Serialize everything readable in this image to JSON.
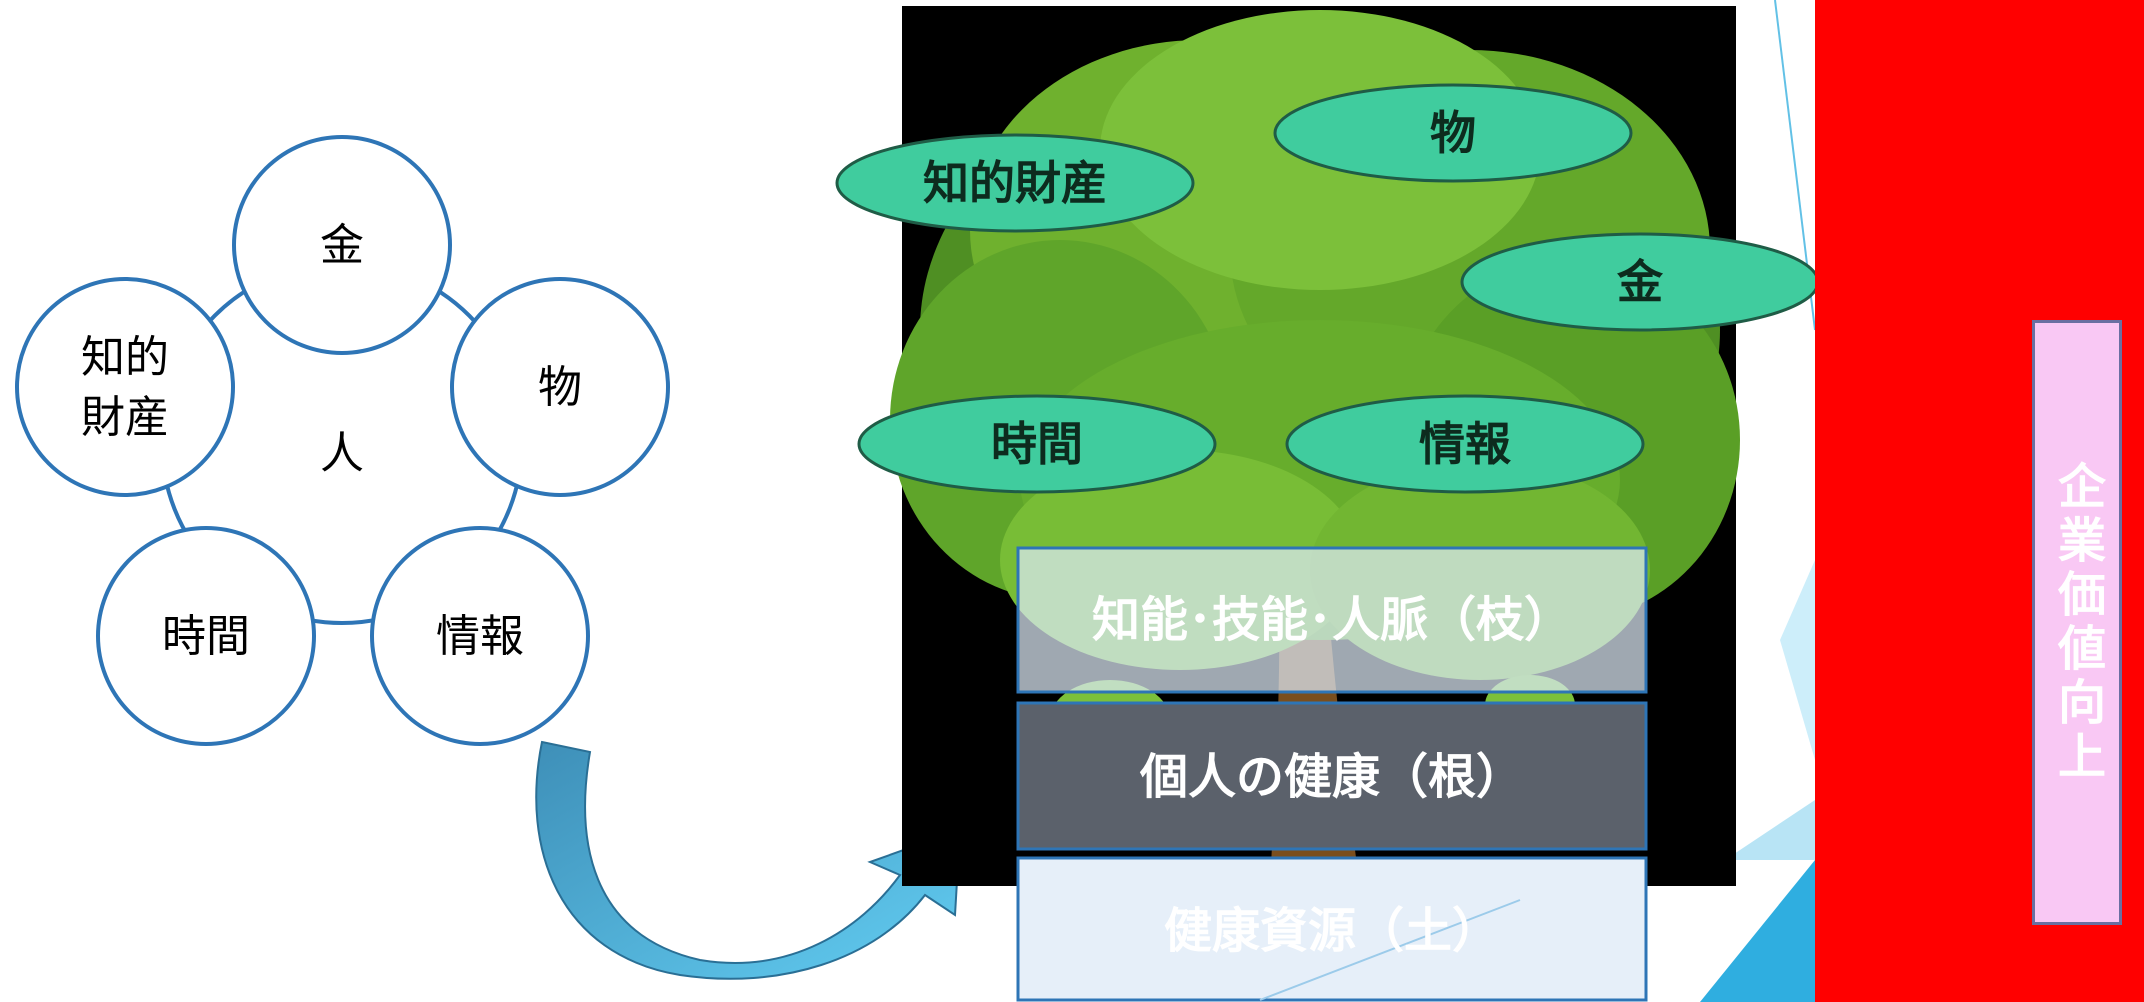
{
  "left_cycle": {
    "center_label": "人",
    "nodes": [
      {
        "id": "kane",
        "label": "金"
      },
      {
        "id": "mono",
        "label": "物"
      },
      {
        "id": "joho",
        "label": "情報"
      },
      {
        "id": "jikan",
        "label": "時間"
      },
      {
        "id": "chiteki",
        "label_line1": "知的",
        "label_line2": "財産"
      }
    ]
  },
  "tree": {
    "ovals": [
      {
        "id": "chiteki",
        "label": "知的財産"
      },
      {
        "id": "mono",
        "label": "物"
      },
      {
        "id": "kane",
        "label": "金"
      },
      {
        "id": "jikan",
        "label": "時間"
      },
      {
        "id": "joho",
        "label": "情報"
      }
    ],
    "bands": [
      {
        "id": "branch",
        "label": "知能･技能･人脈（枝）"
      },
      {
        "id": "root",
        "label": "個人の健康（根）"
      },
      {
        "id": "soil",
        "label": "健康資源（土）"
      }
    ]
  },
  "side_label": "企業価値向上",
  "colors": {
    "circle_stroke": "#2e75b6",
    "oval_fill": "#40cc9e",
    "red_panel": "#ff0000",
    "arrow_fill": "#5ec8ef"
  }
}
